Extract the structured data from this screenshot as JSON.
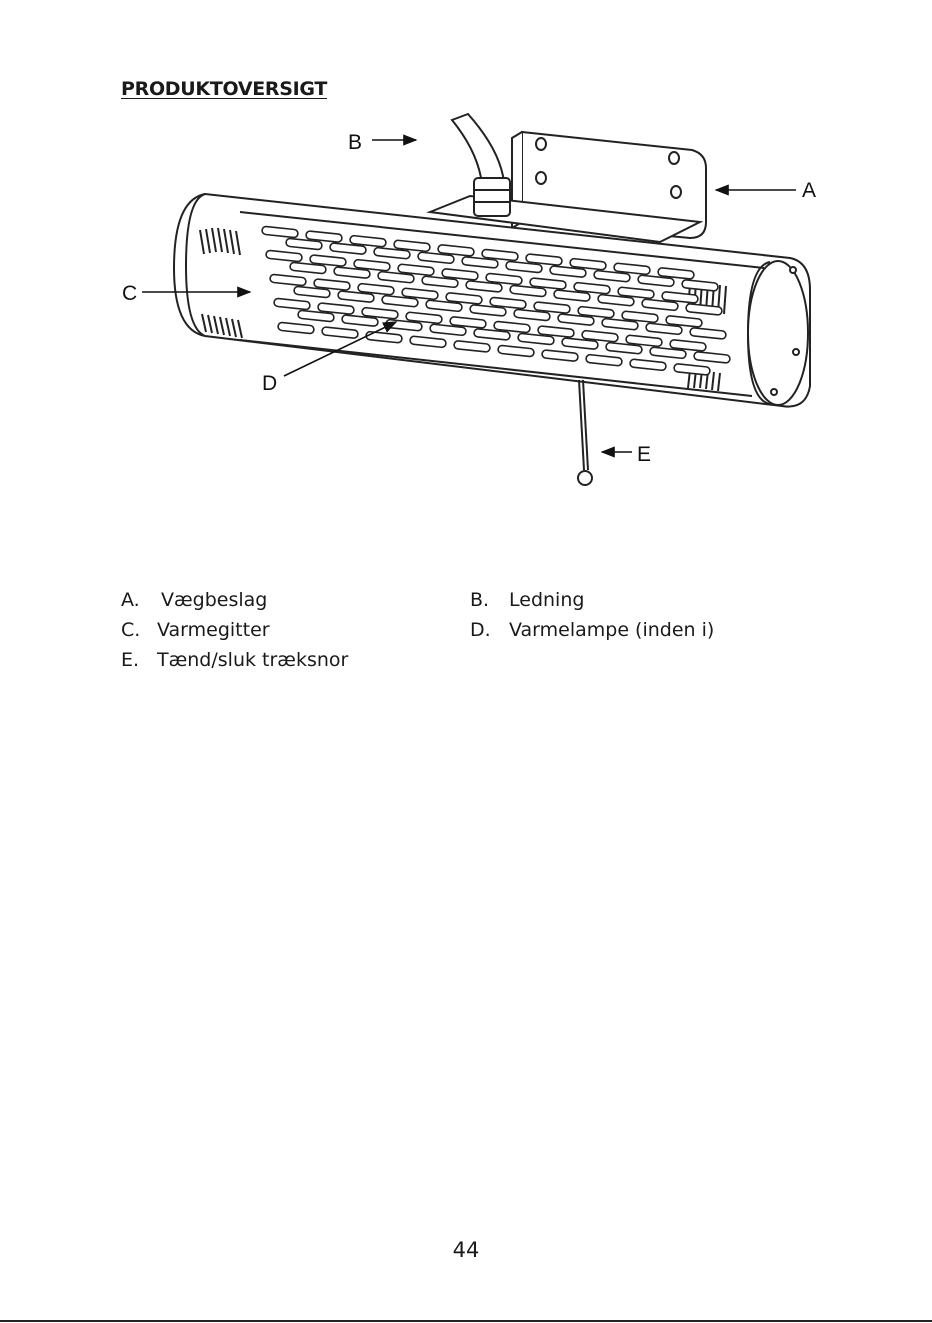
{
  "page": {
    "heading": "PRODUKTOVERSIGT",
    "page_number": "44"
  },
  "figure": {
    "callouts": {
      "a": "A",
      "b": "B",
      "c": "C",
      "d": "D",
      "e": "E"
    }
  },
  "legend": [
    {
      "key": "A.",
      "label": "Vægbeslag"
    },
    {
      "key": "B.",
      "label": "Ledning"
    },
    {
      "key": "C.",
      "label": "Varmegitter"
    },
    {
      "key": "D.",
      "label": "Varmelampe (inden i)"
    },
    {
      "key": "E.",
      "label": "Tænd/sluk træksnor"
    }
  ]
}
